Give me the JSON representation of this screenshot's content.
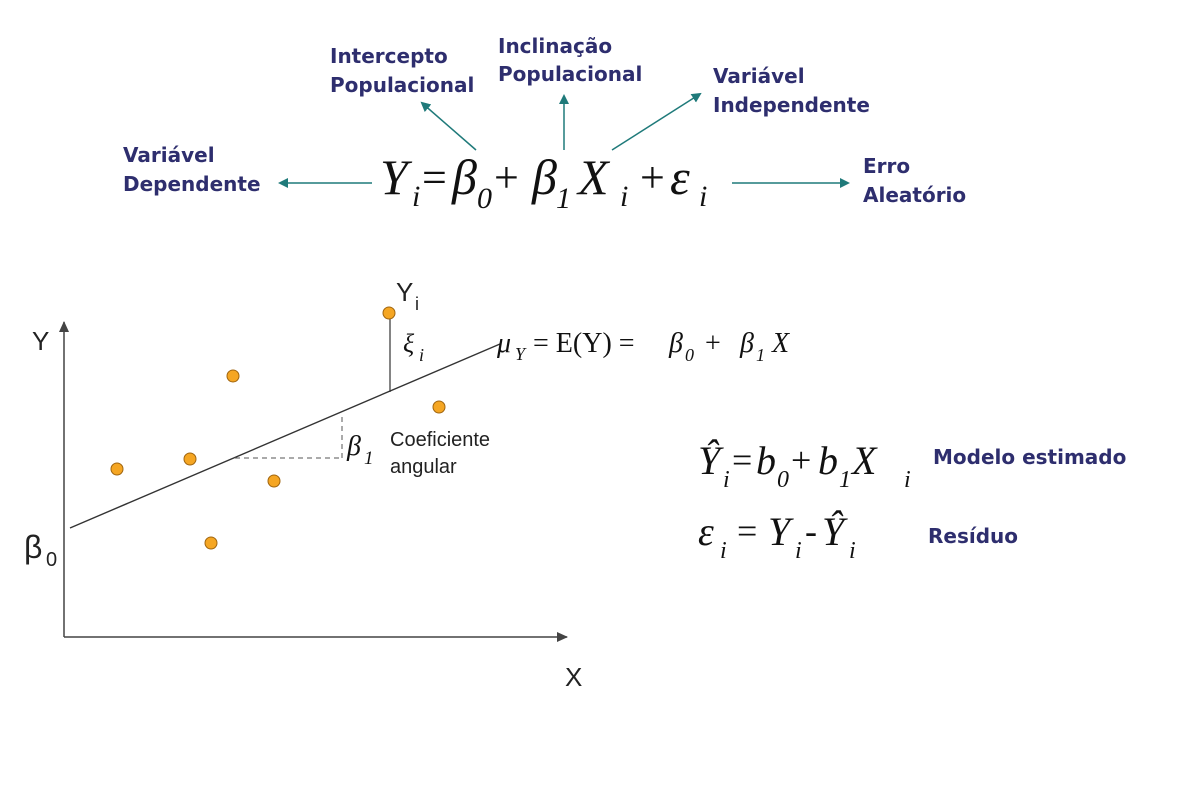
{
  "colors": {
    "label": "#2e2e6e",
    "arrow": "#1f7a7a",
    "point_fill": "#f5a623",
    "point_stroke": "#a0650f",
    "ink": "#111111"
  },
  "top_labels": {
    "intercept_line1": "Intercepto",
    "intercept_line2": "Populacional",
    "slope_line1": "Inclinação",
    "slope_line2": "Populacional",
    "indep_line1": "Variável",
    "indep_line2": "Independente",
    "dep_line1": "Variável",
    "dep_line2": "Dependente",
    "error_line1": "Erro",
    "error_line2": "Aleatório"
  },
  "main_equation": {
    "Y": "Y",
    "i": "i",
    "equals": "=",
    "beta": "β",
    "sub0": "0",
    "plus": "+",
    "sub1": "1",
    "X": "X",
    "epsilon": "ε"
  },
  "graph": {
    "y_axis_label": "Y",
    "x_axis_label": "X",
    "beta0": "β",
    "beta0_sub": "0",
    "yi_label": "Y",
    "yi_sub": "i",
    "xi_symbol": "ξ",
    "xi_sub": "i",
    "beta1": "β",
    "beta1_sub": "1",
    "coef_line1": "Coeficiente",
    "coef_line2": "angular",
    "line_eq_mu": "μ",
    "line_eq_Ysub": "Y",
    "line_eq_rest": " = E(Y) = ",
    "line_eq_beta": "β",
    "line_eq_sub0": "0",
    "line_eq_plus": " + ",
    "line_eq_sub1": "1",
    "line_eq_X": " X"
  },
  "estimated": {
    "Yhat": "Ŷ",
    "i": "i",
    "equals": "=",
    "b": "b",
    "sub0": "0",
    "plus": "+",
    "sub1": "1",
    "X": "X",
    "label": "Modelo estimado"
  },
  "residual": {
    "epsilon": "ε",
    "i": "i",
    "equals": " =",
    "Y": "Y",
    "minus": "-",
    "Yhat": "Ŷ",
    "label": "Resíduo"
  }
}
